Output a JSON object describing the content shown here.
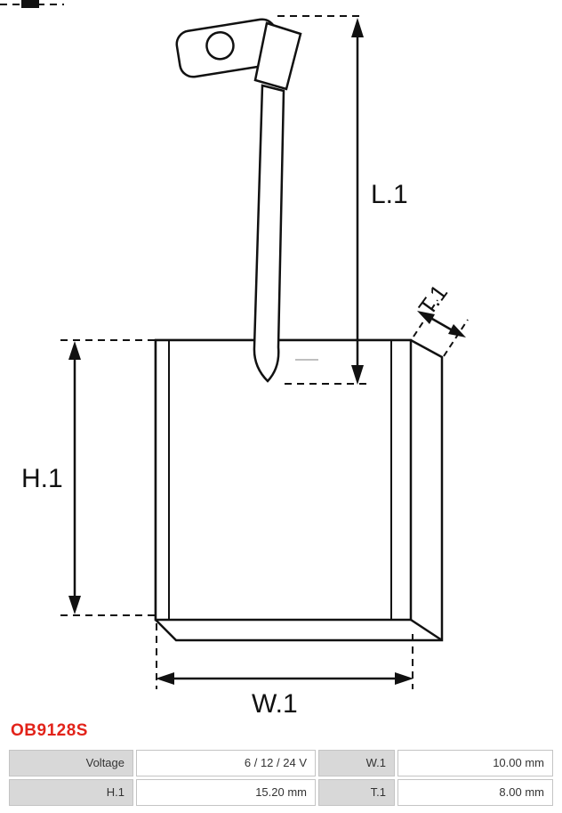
{
  "part": {
    "code": "OB9128S"
  },
  "colors": {
    "accent_red": "#e2231a",
    "line": "#111111",
    "table_label_bg": "#d8d8d8",
    "table_border": "#c4c4c4"
  },
  "diagram": {
    "description": "starter-motor-carbon-brush-technical-drawing",
    "dim_labels": {
      "l1": "L.1",
      "h1": "H.1",
      "w1": "W.1",
      "t1": "T.1"
    }
  },
  "specs": {
    "rows": [
      [
        "Voltage",
        "6 / 12 / 24 V",
        "W.1",
        "10.00 mm"
      ],
      [
        "H.1",
        "15.20 mm",
        "T.1",
        "8.00 mm"
      ]
    ]
  }
}
